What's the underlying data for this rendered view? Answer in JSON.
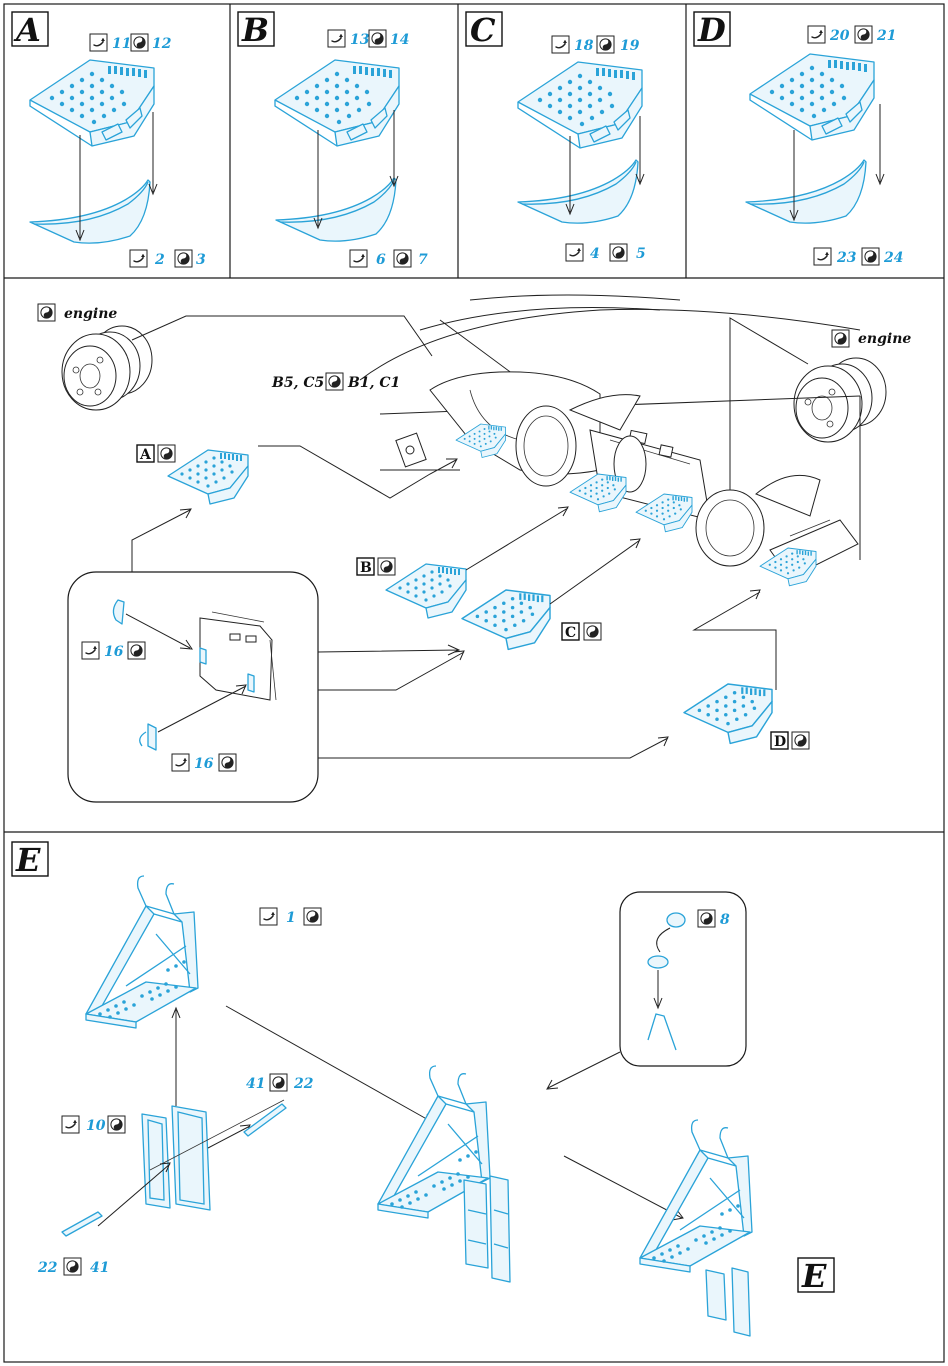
{
  "panels": {
    "A": {
      "letter": "A",
      "top": [
        "11",
        "12"
      ],
      "bottom": [
        "2",
        "3"
      ]
    },
    "B": {
      "letter": "B",
      "top": [
        "13",
        "14"
      ],
      "bottom": [
        "6",
        "7"
      ]
    },
    "C": {
      "letter": "C",
      "top": [
        "18",
        "19"
      ],
      "bottom": [
        "4",
        "5"
      ]
    },
    "D": {
      "letter": "D",
      "top": [
        "20",
        "21"
      ],
      "bottom": [
        "23",
        "24"
      ]
    }
  },
  "middle": {
    "engine_label": "engine",
    "b5c5": "B5, C5",
    "b1c1": "B1, C1",
    "pos_A": "A",
    "pos_B": "B",
    "pos_C": "C",
    "pos_D": "D",
    "inset_num": "16"
  },
  "bottom": {
    "letter": "E",
    "n1": "1",
    "n8": "8",
    "n10": "10",
    "n41a": "41",
    "n22a": "22",
    "n22b": "22",
    "n41b": "41",
    "letter_final": "E"
  },
  "icons": [
    "bend-icon",
    "paint-icon"
  ],
  "colors": {
    "part": "#2aa3d8",
    "ink": "#222222"
  }
}
